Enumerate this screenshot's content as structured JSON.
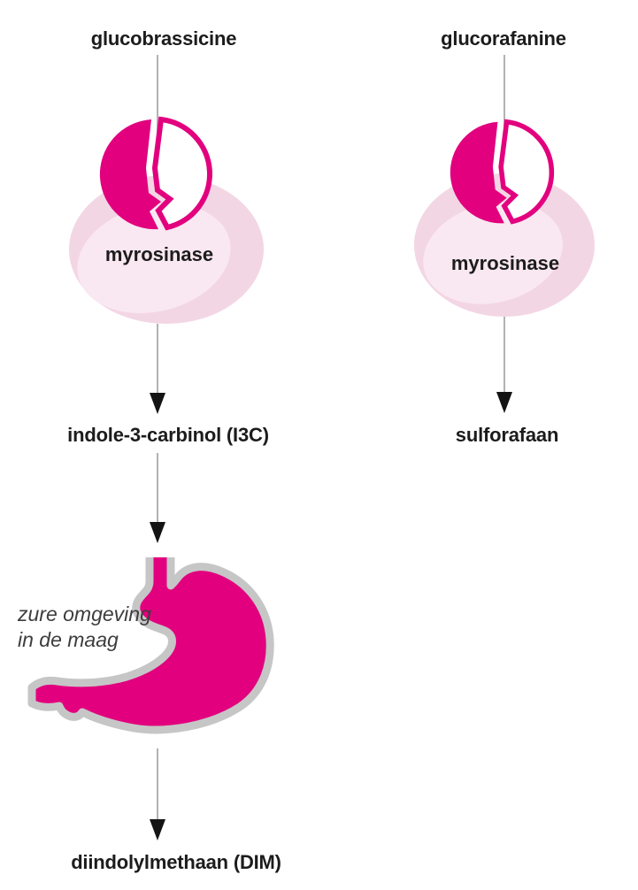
{
  "colors": {
    "magenta": "#e2007e",
    "blob_outer": "#f3d6e4",
    "blob_inner": "#f9e8f1",
    "stomach_outline": "#c6c6c6",
    "connector_line": "#a9a9a9",
    "arrow": "#141414",
    "white": "#ffffff"
  },
  "icons": {
    "enzyme": "split-circle-enzyme-icon",
    "stomach": "stomach-icon"
  },
  "left_pathway": {
    "substrate_label": "glucobrassicine",
    "enzyme_label": "myrosinase",
    "intermediate_label": "indole-3-carbinol (I3C)",
    "stomach_note_line1": "zure omgeving",
    "stomach_note_line2": "in de maag",
    "product_label": "diindolylmethaan (DIM)"
  },
  "right_pathway": {
    "substrate_label": "glucorafanine",
    "enzyme_label": "myrosinase",
    "product_label": "sulforafaan"
  }
}
